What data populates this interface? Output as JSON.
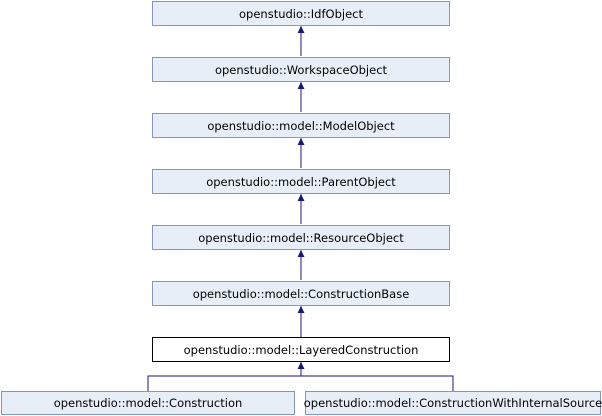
{
  "nodes": {
    "idfobject": "openstudio::IdfObject",
    "workspaceobject": "openstudio::WorkspaceObject",
    "modelobject": "openstudio::model::ModelObject",
    "parentobject": "openstudio::model::ParentObject",
    "resourceobject": "openstudio::model::ResourceObject",
    "constructionbase": "openstudio::model::ConstructionBase",
    "layeredconstruction": "openstudio::model::LayeredConstruction",
    "construction": "openstudio::model::Construction",
    "constructionwithinternalsource": "openstudio::model::ConstructionWithInternalSource"
  },
  "colors": {
    "node_fill": "#e8eef7",
    "node_border": "#8496c0",
    "current_border": "#000000",
    "edge": "#191970"
  }
}
